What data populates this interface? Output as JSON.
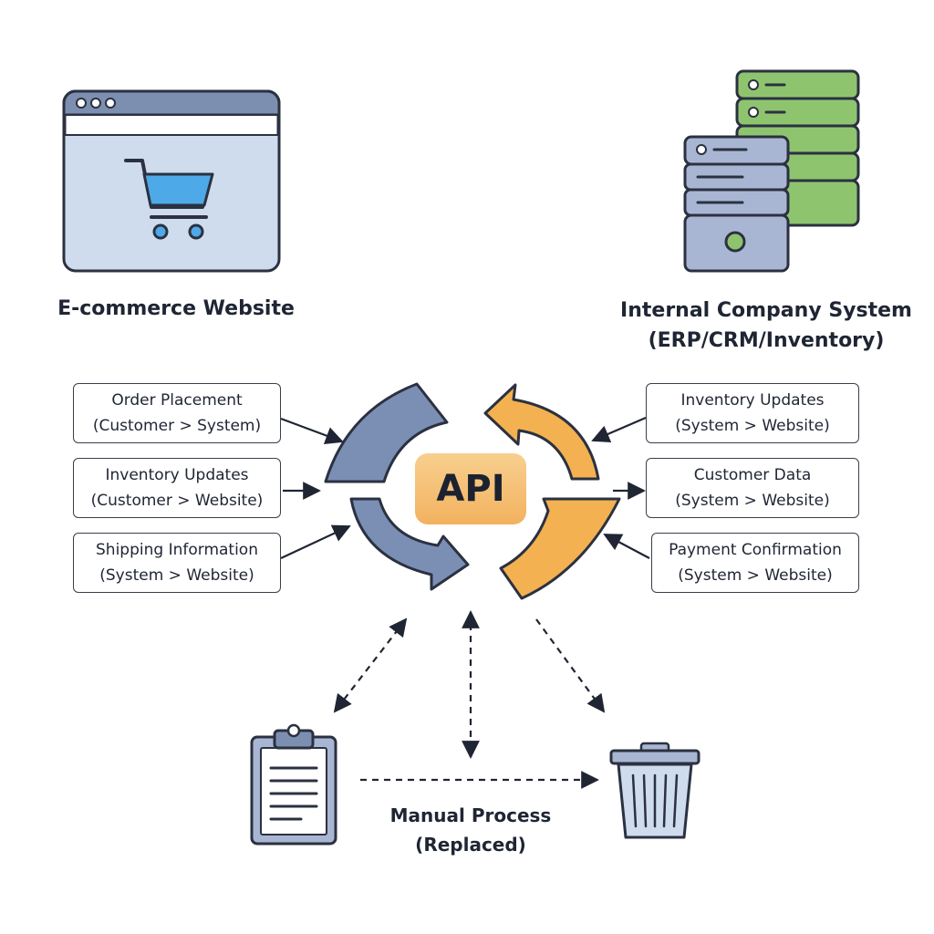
{
  "ecommerce": {
    "label": "E-commerce Website"
  },
  "internal": {
    "line1": "Internal Company System",
    "line2": "(ERP/CRM/Inventory)"
  },
  "api": {
    "label": "API"
  },
  "left_boxes": [
    {
      "line1": "Order Placement",
      "line2": "(Customer > System)"
    },
    {
      "line1": "Inventory Updates",
      "line2": "(Customer > Website)"
    },
    {
      "line1": "Shipping Information",
      "line2": "(System > Website)"
    }
  ],
  "right_boxes": [
    {
      "line1": "Inventory Updates",
      "line2": "(System > Website)"
    },
    {
      "line1": "Customer Data",
      "line2": "(System > Website)"
    },
    {
      "line1": "Payment Confirmation",
      "line2": "(System > Website)"
    }
  ],
  "manual": {
    "line1": "Manual Process",
    "line2": "(Replaced)"
  },
  "icons": {
    "website": "browser-cart-icon",
    "servers": "server-stack-icon",
    "clipboard": "clipboard-icon",
    "trash": "trash-can-icon"
  },
  "colors": {
    "blue_arrow": "#7b8fb5",
    "orange_arrow": "#f3b151",
    "server_green": "#8fc46f",
    "server_blue": "#a9b6d3",
    "outline": "#2b3140"
  }
}
